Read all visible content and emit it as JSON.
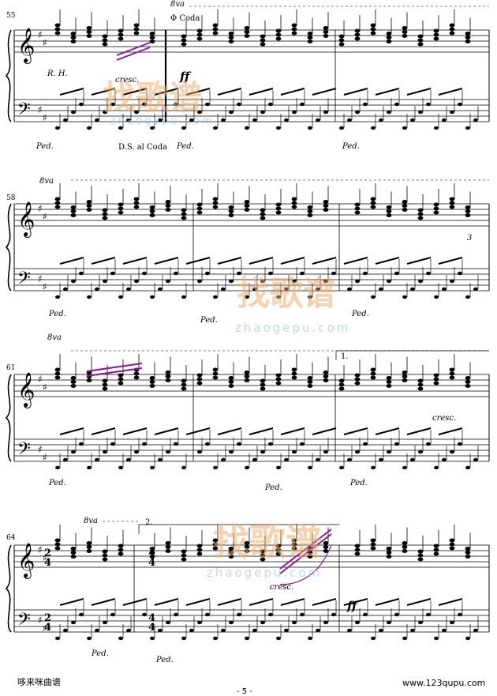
{
  "measure_numbers": [
    "55",
    "58",
    "61",
    "64"
  ],
  "markings": {
    "coda_sign": "Φ Coda",
    "ottava": "8va",
    "rh": "R. H.",
    "cresc": "cresc.",
    "ds_al_coda": "D.S. al Coda",
    "ff": "ff",
    "ped": "Ped.",
    "triplet": "3",
    "ending1": "1.",
    "ending2": "2."
  },
  "time_signature": {
    "from": "4/4",
    "change_to": "2/4",
    "back_to": "4/4"
  },
  "watermark": {
    "brand": "找歌谱",
    "url": "zhaogepu.com"
  },
  "footer": {
    "left": "哆来咪曲谱",
    "right": "www.123qupu.com",
    "page": "- 5 -"
  },
  "colors": {
    "ink": "#000000",
    "highlight": "#8b1a9a",
    "watermark": "#f0b070"
  }
}
